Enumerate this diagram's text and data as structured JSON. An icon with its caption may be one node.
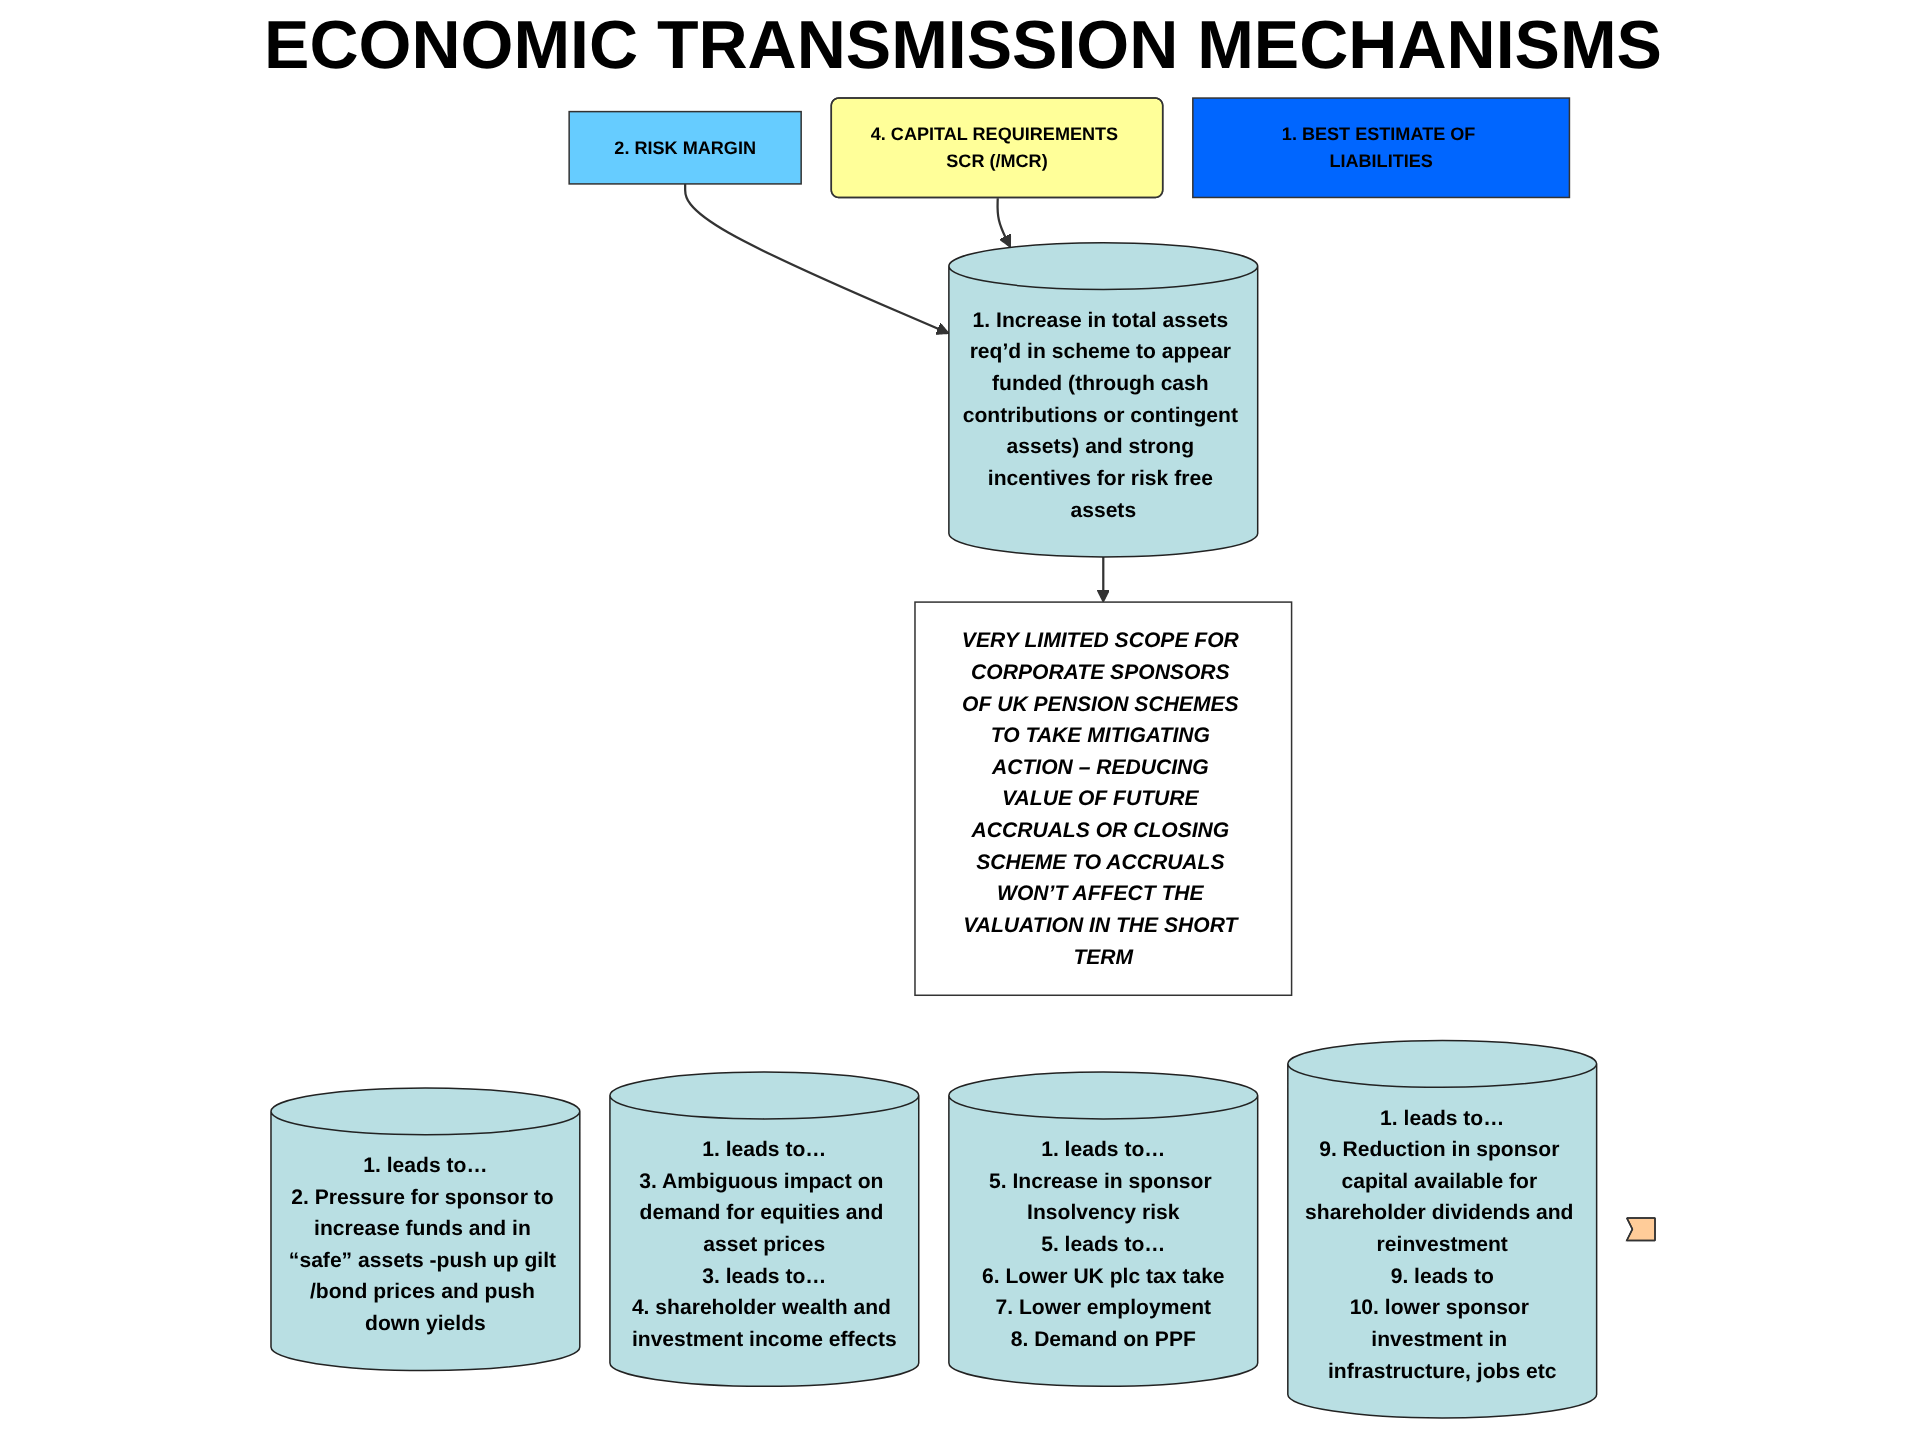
{
  "diagram": {
    "title": "ECONOMIC TRANSMISSION MECHANISMS",
    "nodes": [
      {
        "text": [
          "1. BEST ESTIMATE OF LIABILITIES"
        ]
      },
      {
        "text": [
          "2. RISK MARGIN"
        ]
      },
      {
        "text": [
          "1. Increase in total assets req’d in scheme to appear funded (through cash contributions or contingent assets) and strong incentives for risk free assets"
        ]
      },
      {
        "text": [
          "4. CAPITAL REQUIREMENTS SCR (/MCR)"
        ]
      },
      {
        "text": [
          "VERY LIMITED SCOPE FOR CORPORATE SPONSORS OF UK PENSION SCHEMES TO TAKE MITIGATING ACTION – REDUCING VALUE OF FUTURE ACCRUALS OR CLOSING SCHEME TO ACCRUALS WON’T AFFECT THE VALUATION IN THE SHORT TERM"
        ]
      },
      {
        "text": [
          "1. leads to…",
          "2. Pressure for sponsor to increase funds and in “safe” assets -push up gilt /bond prices and push down yields"
        ]
      },
      {
        "text": [
          "1. leads to…",
          "3. Ambiguous impact on demand for equities and asset prices",
          "3. leads to…",
          "4. shareholder wealth and investment income effects"
        ]
      },
      {
        "text": [
          "1. leads to…",
          "5. Increase in sponsor Insolvency risk",
          "5. leads to…",
          "6. Lower UK plc tax take",
          "7. Lower employment",
          "8. Demand on PPF"
        ]
      },
      {
        "text": [
          "1. leads to…",
          "9. Reduction in sponsor capital available for shareholder dividends and reinvestment",
          "9. leads to",
          "10. lower sponsor investment in infrastructure, jobs etc"
        ]
      },
      {
        "text": [],
        "shape": "arrow"
      }
    ],
    "edges": [
      {
        "from": 1,
        "to": 2,
        "arrow": "to"
      },
      {
        "from": 3,
        "to": 2,
        "arrow": "to"
      },
      {
        "from": 2,
        "to": 4,
        "arrow": "to"
      }
    ]
  }
}
